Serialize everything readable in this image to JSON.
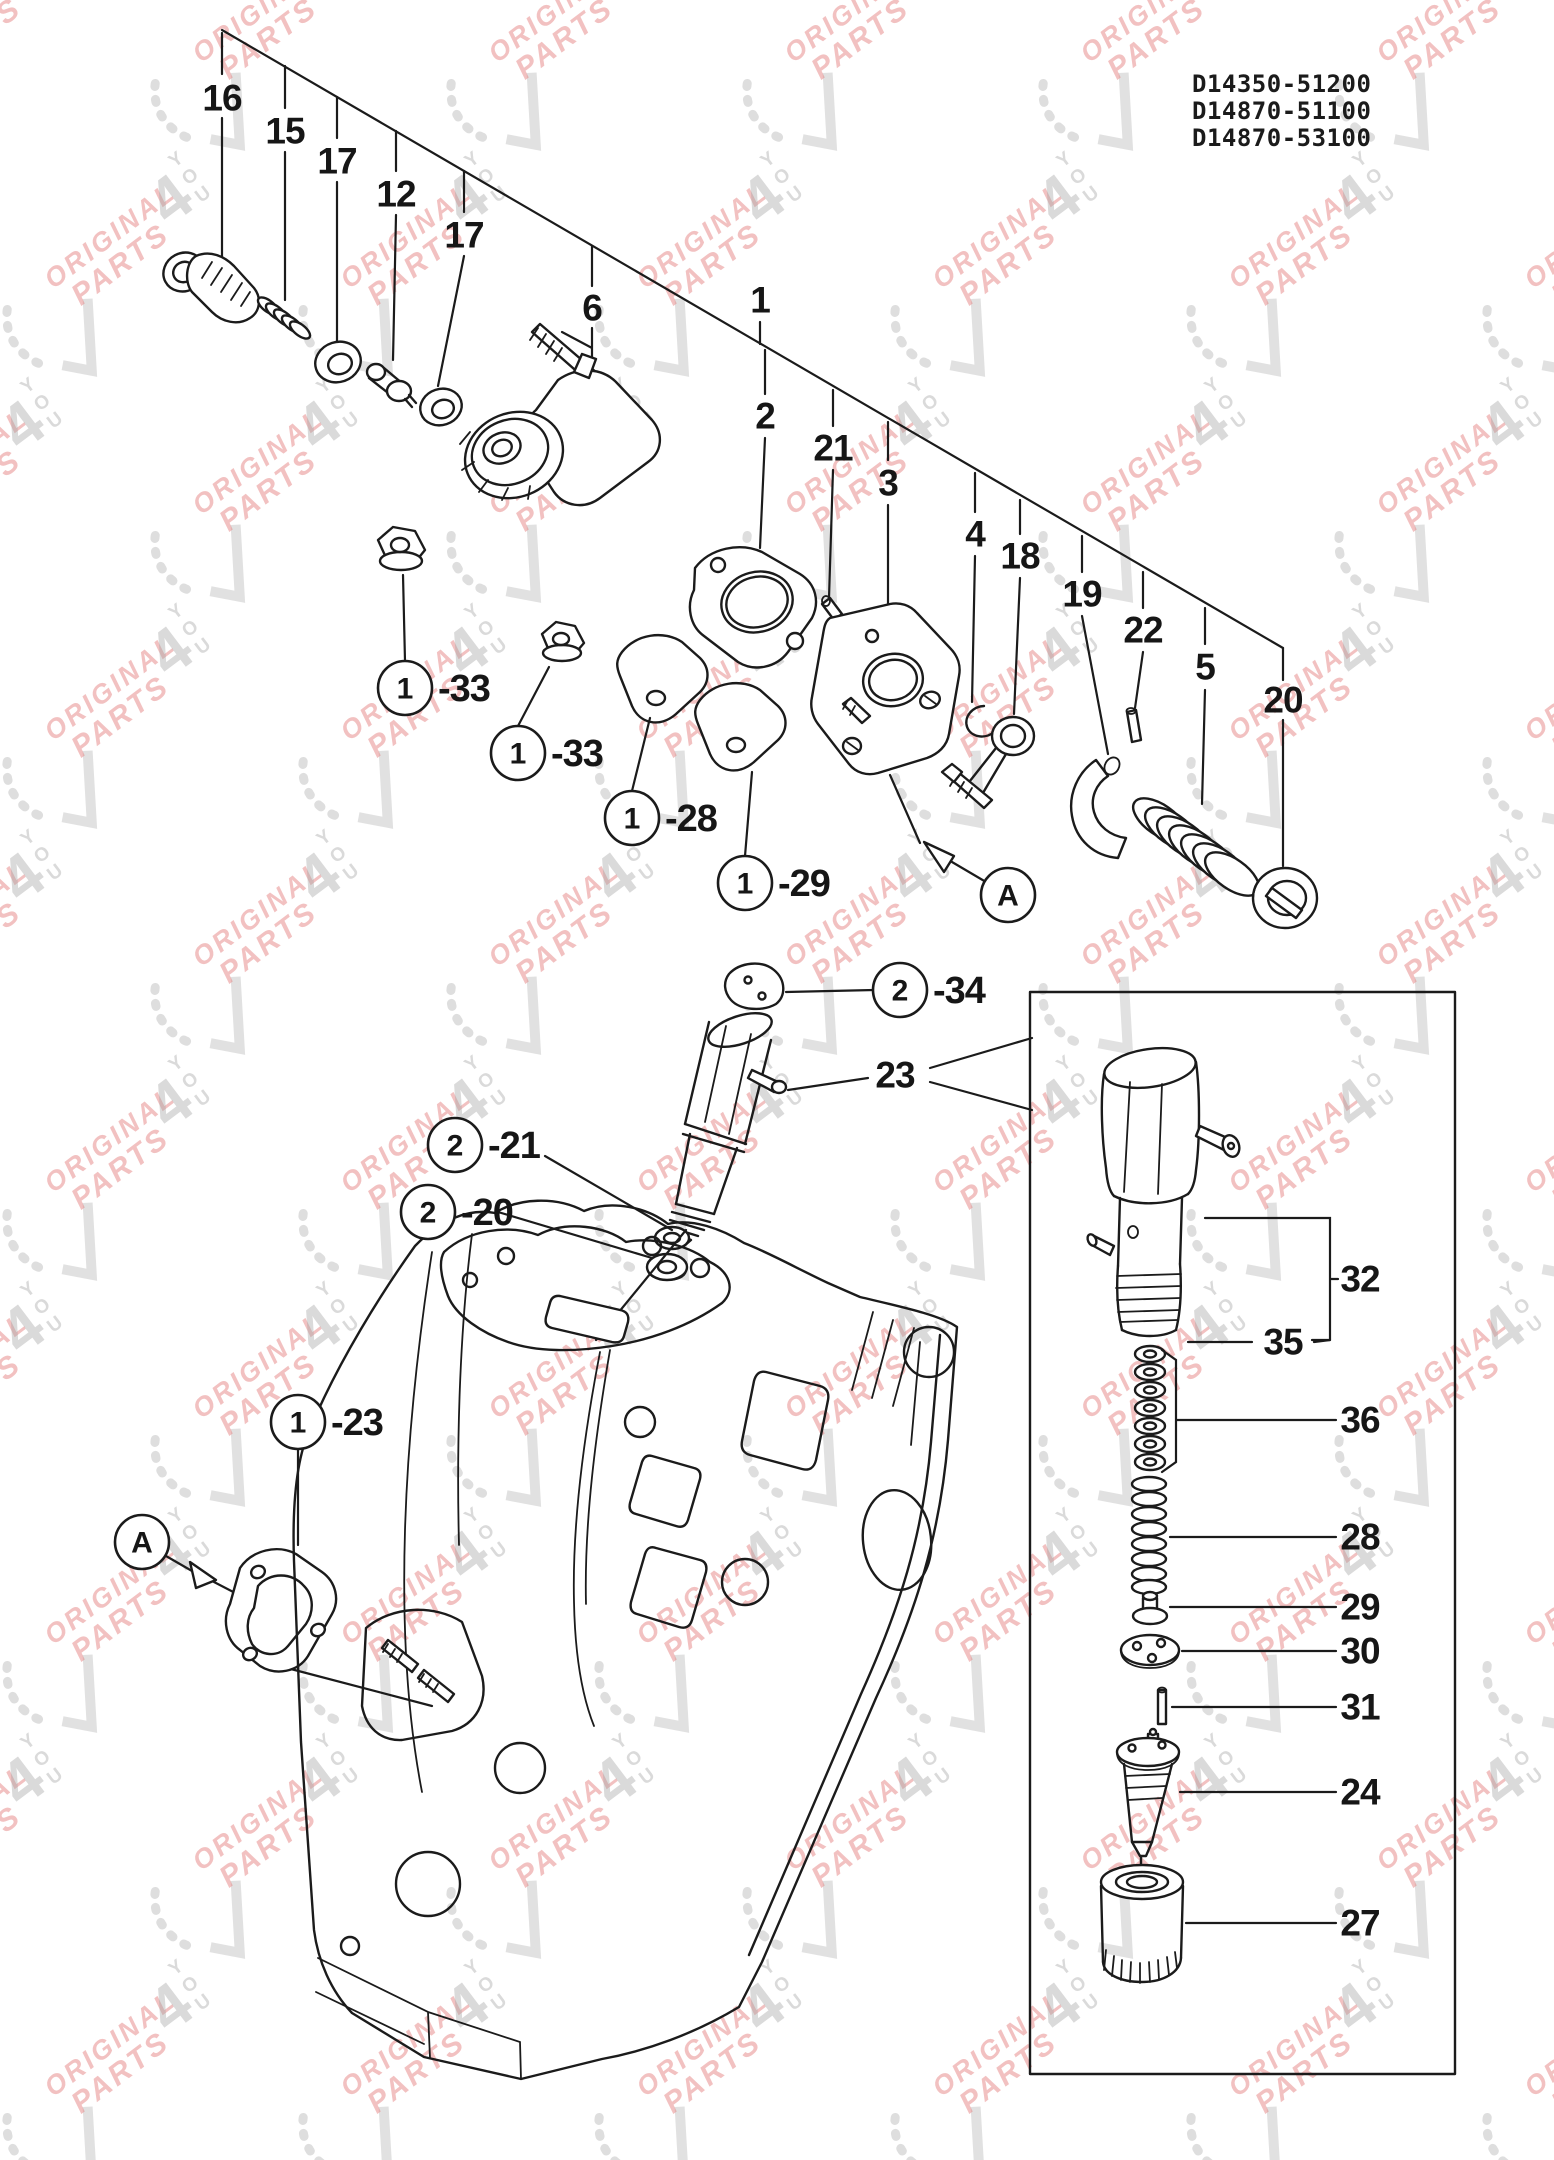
{
  "doc": {
    "part_numbers": [
      "D14350-51200",
      "D14870-51100",
      "D14870-53100"
    ]
  },
  "watermark": {
    "word1": "ORIGINAL",
    "word2": "PARTS",
    "numeral": "4",
    "letters": [
      "Y",
      "O",
      "U"
    ],
    "red_color": "#e4807f",
    "gray_color": "#a8a8a8"
  },
  "callouts": {
    "c16": "16",
    "c15": "15",
    "c17a": "17",
    "c12": "12",
    "c17b": "17",
    "c6": "6",
    "c1": "1",
    "c2": "2",
    "c21": "21",
    "c3": "3",
    "c4": "4",
    "c18": "18",
    "c19": "19",
    "c22": "22",
    "c5": "5",
    "c20": "20",
    "c23": "23",
    "c32": "32",
    "c35": "35",
    "c36": "36",
    "c28": "28",
    "c29": "29",
    "c30": "30",
    "c31": "31",
    "c24": "24",
    "c27": "27"
  },
  "circle_refs": {
    "r33a": {
      "symbol": "1",
      "suffix": "-33"
    },
    "r33b": {
      "symbol": "1",
      "suffix": "-33"
    },
    "r28": {
      "symbol": "1",
      "suffix": "-28"
    },
    "r29": {
      "symbol": "1",
      "suffix": "-29"
    },
    "r23": {
      "symbol": "1",
      "suffix": "-23"
    },
    "r34": {
      "symbol": "2",
      "suffix": "-34"
    },
    "r21": {
      "symbol": "2",
      "suffix": "-21"
    },
    "r20": {
      "symbol": "2",
      "suffix": "-20"
    },
    "aLeft": {
      "symbol": "A",
      "suffix": ""
    },
    "aRight": {
      "symbol": "A",
      "suffix": ""
    }
  }
}
